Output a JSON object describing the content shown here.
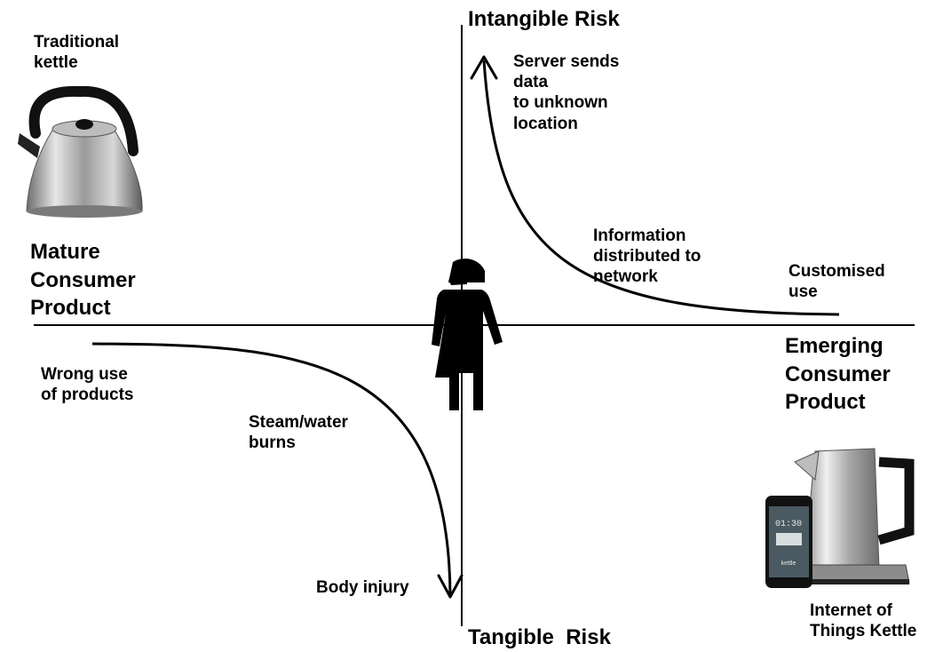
{
  "axes": {
    "top": "Intangible Risk",
    "bottom": "Tangible  Risk",
    "left": "Mature\nConsumer\nProduct",
    "right": "Emerging\nConsumer\nProduct"
  },
  "products": {
    "traditional": {
      "caption": "Traditional\nkettle",
      "icon": "traditional-kettle-image"
    },
    "iot": {
      "caption": "Internet of\nThings Kettle",
      "icon": "smart-kettle-with-phone-image",
      "phone_screen_time": "01:30",
      "phone_brand": "kettle"
    }
  },
  "intangible_risks": [
    "Server sends\ndata\nto unknown\nlocation",
    "Information\ndistributed to\nnetwork",
    "Customised\nuse"
  ],
  "tangible_risks": [
    "Wrong use\nof products",
    "Steam/water\nburns",
    "Body injury"
  ],
  "center_icon": "person-icon"
}
